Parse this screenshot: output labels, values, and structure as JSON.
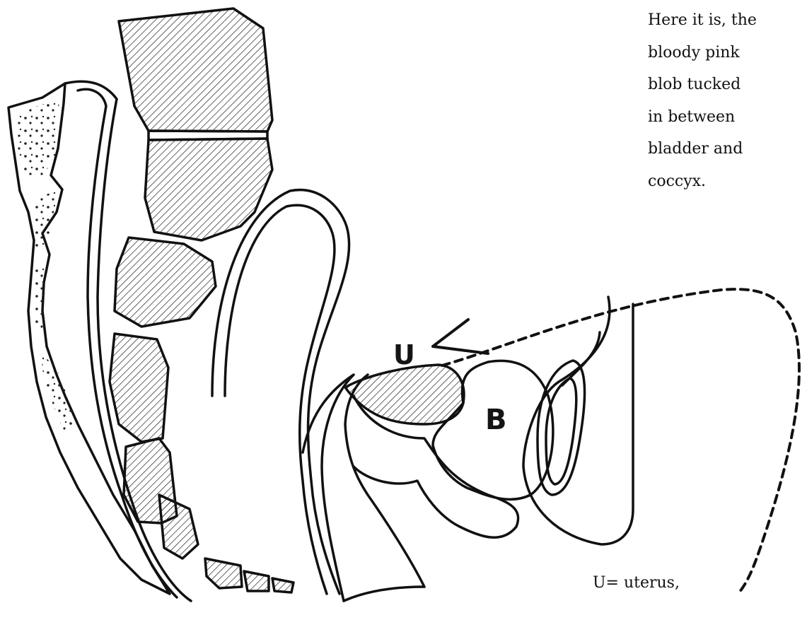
{
  "caption": {
    "lines": [
      "Here it is, the",
      "bloody pink",
      "blob tucked",
      "in between",
      "bladder and",
      "coccyx."
    ]
  },
  "legend": {
    "text": "U= uterus,"
  },
  "labels": {
    "uterus": "U",
    "bladder": "B"
  },
  "colors": {
    "line": "#111111",
    "background": "#ffffff"
  }
}
